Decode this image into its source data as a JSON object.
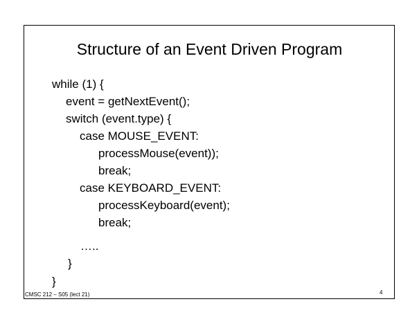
{
  "slide": {
    "title": "Structure of an Event Driven Program",
    "code_lines": [
      "while (1) {",
      "event = getNextEvent();",
      "switch (event.type) {",
      "case MOUSE_EVENT:",
      "processMouse(event));",
      "break;",
      "case KEYBOARD_EVENT:",
      "processKeyboard(event);",
      "break;",
      "…..",
      "}",
      "}"
    ],
    "footer_left": "CMSC 212 – S05 (lect 21)",
    "page_number": "4"
  }
}
